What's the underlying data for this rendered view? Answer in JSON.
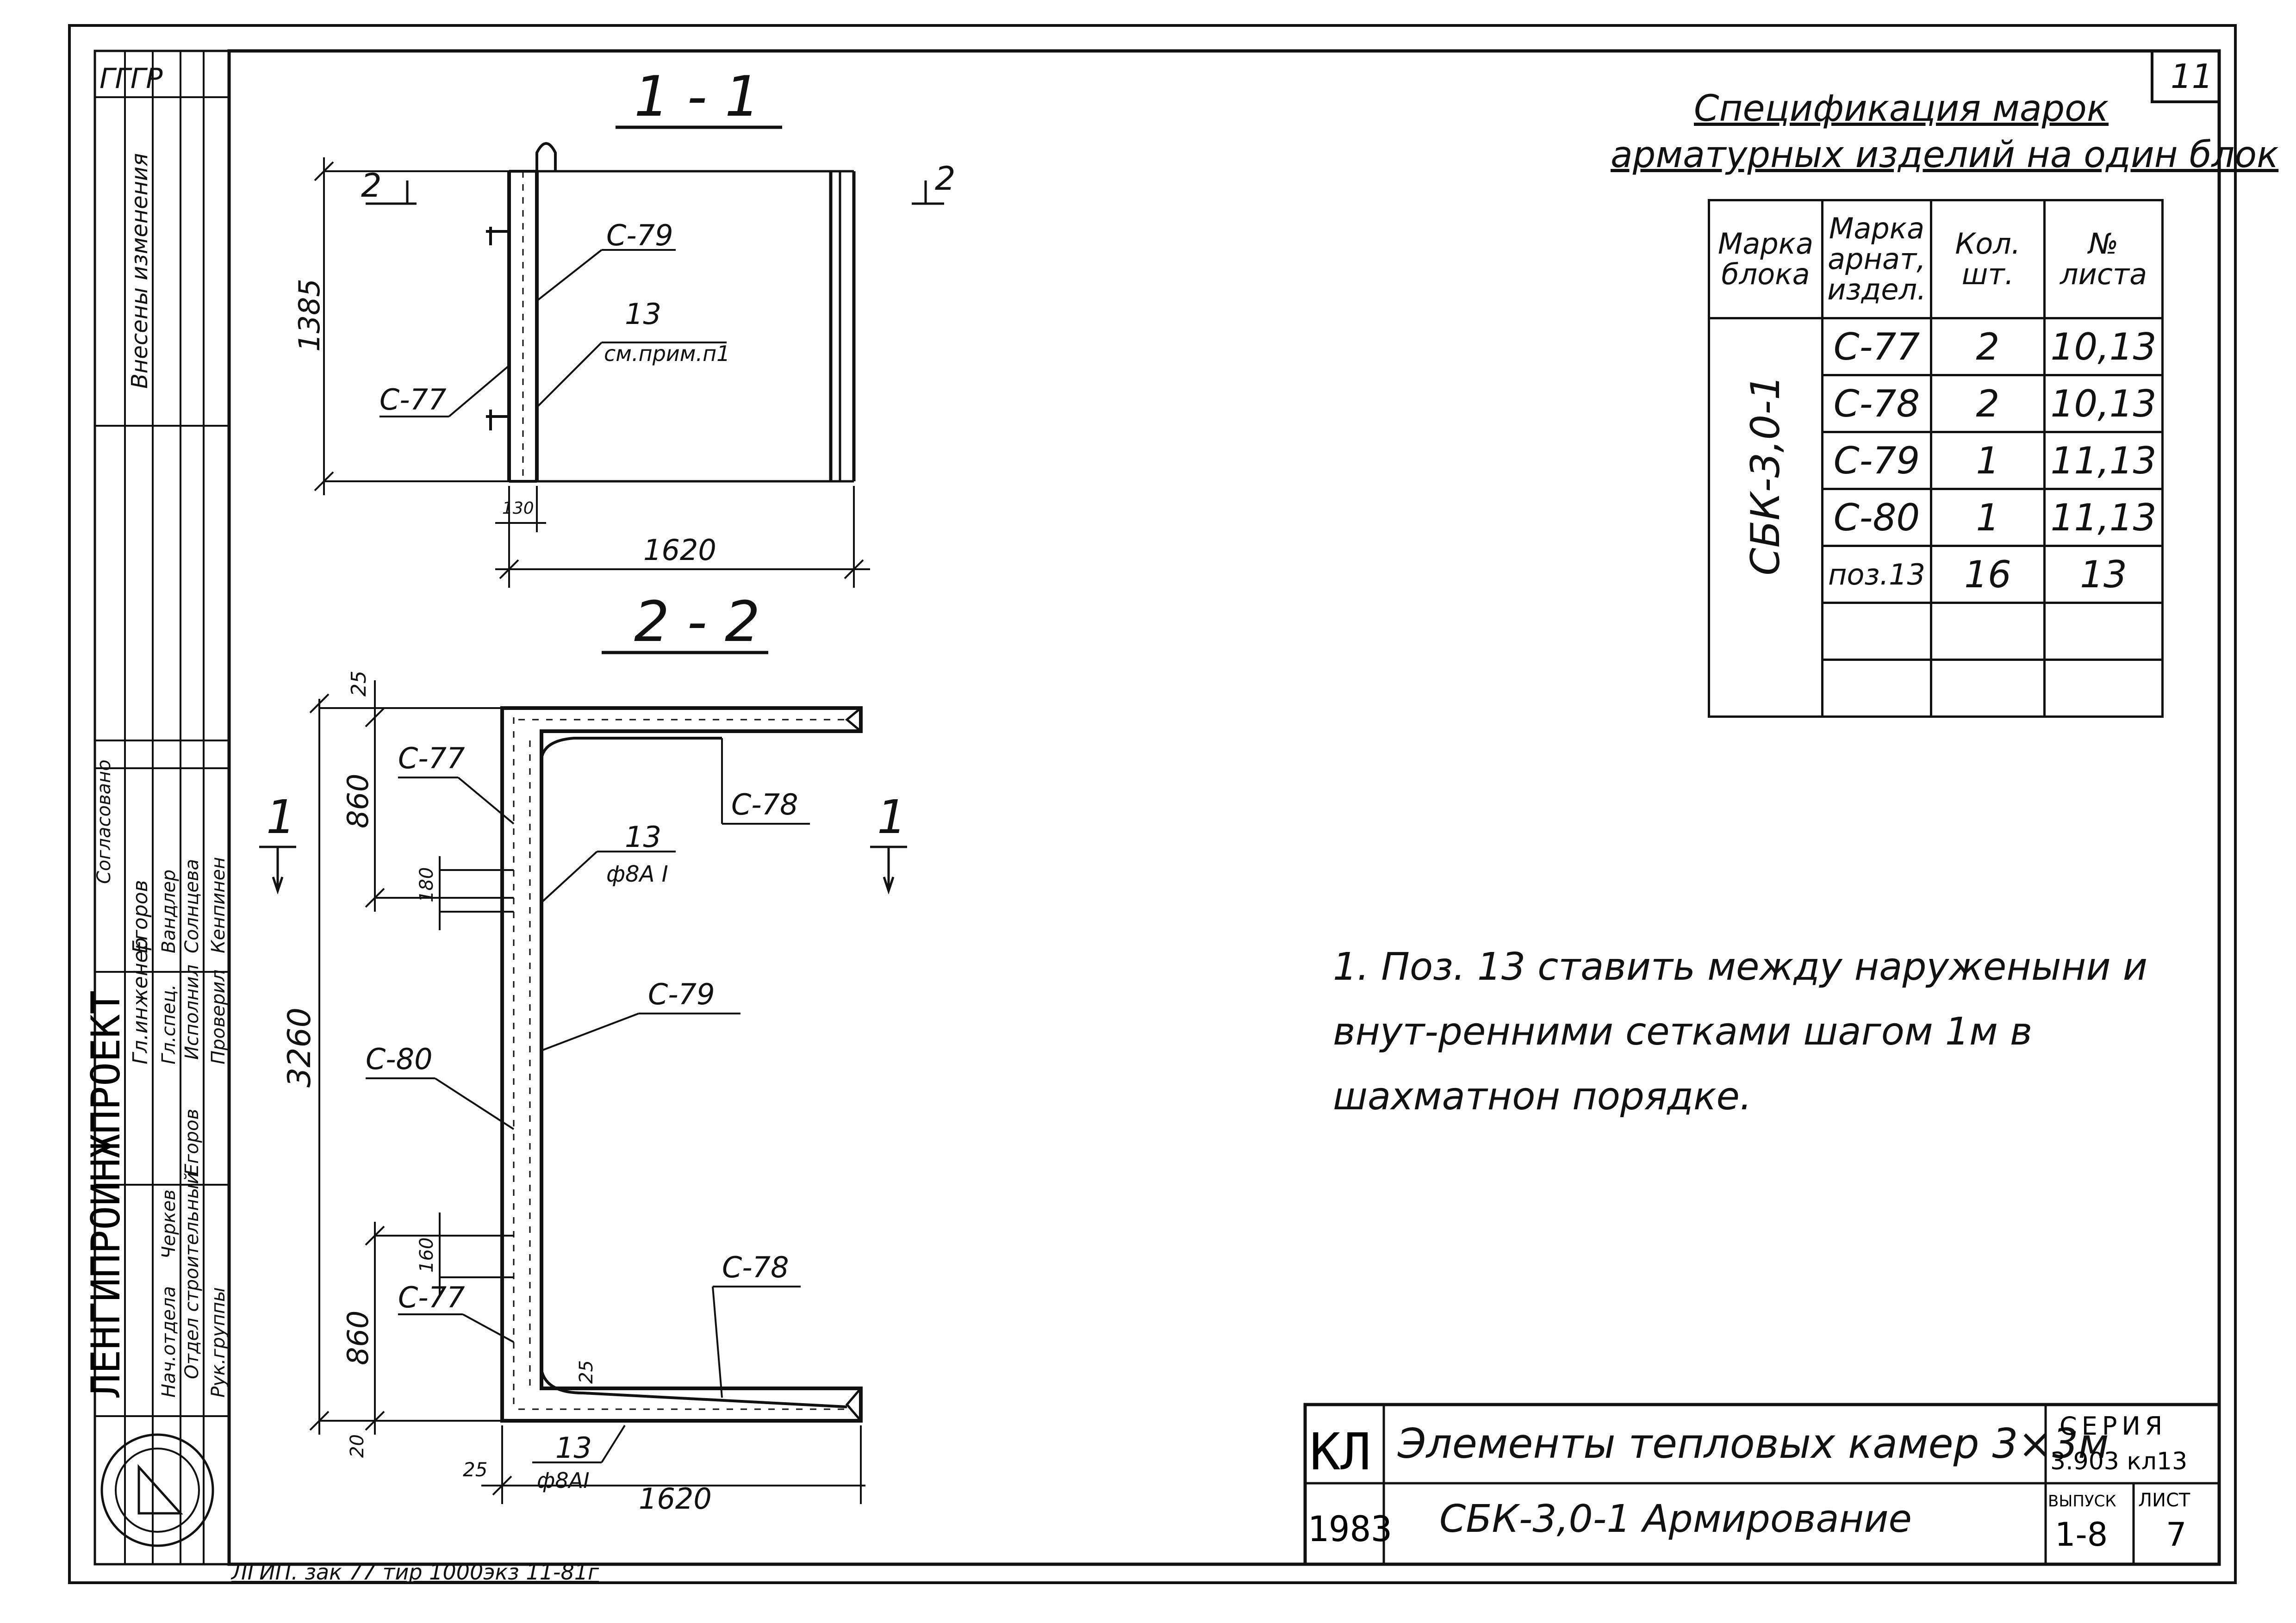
{
  "sheet": {
    "sheet_number_corner": "11",
    "stamp_letters": "ГГГР"
  },
  "section_1": {
    "title": "1 - 1",
    "cut_mark": "2",
    "dim_height": "1385",
    "dim_width": "1620",
    "dim_small": "130",
    "labels": {
      "c79": "С-79",
      "pos13_num": "13",
      "pos13_note": "см.прим.п1",
      "c77": "С-77"
    }
  },
  "section_2": {
    "title": "2 - 2",
    "cut_mark": "1",
    "dims": {
      "top_25": "25",
      "upper_860": "860",
      "gap_180": "180",
      "total_3260": "3260",
      "lower_160": "160",
      "lower_860": "860",
      "bottom_20": "20",
      "bottom_25": "25",
      "inner_25": "25",
      "width_1620": "1620"
    },
    "labels": {
      "c77_top": "С-77",
      "c78_top": "С-78",
      "pos13_num": "13",
      "pos13_dia": "ф8А I",
      "c79": "С-79",
      "c80": "С-80",
      "c78_bottom": "С-78",
      "c77_bottom": "С-77",
      "pos13_bottom_num": "13",
      "pos13_bottom_dia": "ф8АI"
    }
  },
  "spec": {
    "title_line1": "Спецификация марок",
    "title_line2": "арматурных изделий на один блок",
    "headers": [
      "Марка блока",
      "Марка арнат, издел.",
      "Кол. шт.",
      "№ листа"
    ],
    "block_mark": "СБК-3,0-1",
    "rows": [
      {
        "mark": "С-77",
        "qty": "2",
        "sheet": "10,13"
      },
      {
        "mark": "С-78",
        "qty": "2",
        "sheet": "10,13"
      },
      {
        "mark": "С-79",
        "qty": "1",
        "sheet": "11,13"
      },
      {
        "mark": "С-80",
        "qty": "1",
        "sheet": "11,13"
      },
      {
        "mark": "поз.13",
        "qty": "16",
        "sheet": "13"
      },
      {
        "mark": "",
        "qty": "",
        "sheet": ""
      },
      {
        "mark": "",
        "qty": "",
        "sheet": ""
      }
    ]
  },
  "note": {
    "text": "1. Поз. 13 ставить между наруженыни и внут-ренними сетками шагом 1м в шахматнон порядке."
  },
  "title_block": {
    "code": "КЛ",
    "year": "1983",
    "title": "Элементы тепловых камер 3×3м",
    "subtitle": "СБК-3,0-1  Армирование",
    "series_label": "СЕРИЯ",
    "series_value": "3.903 кл13",
    "issue_label": "ВЫПУСК",
    "issue_value": "1-8",
    "sheet_label": "ЛИСТ",
    "sheet_value": "7"
  },
  "side_strip": {
    "org": "ЛЕНГИПРОИНЖПРОЕКТ",
    "top_heading": "Внесены изменения",
    "agreed": "Согласовано",
    "roles": [
      "Гл.инженер",
      "Нач.отдела",
      "Гл.спец.",
      "Рук.группы",
      "Исполнил",
      "Проверил"
    ],
    "names": [
      "Егоров",
      "Черкев",
      "Егоров",
      "Вандлер",
      "Солнцева",
      "Кенпинен"
    ],
    "dept": "Отдел строительный"
  },
  "bottom_stamp": "ЛГИП. зак 77 тир 1000экз 11-81г"
}
